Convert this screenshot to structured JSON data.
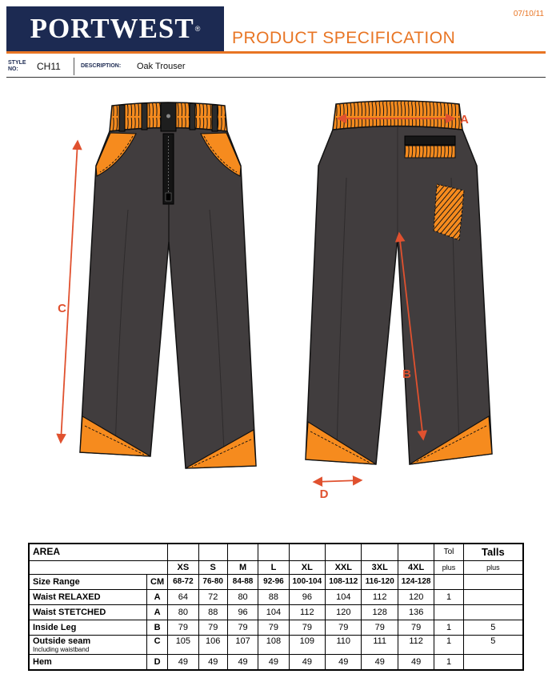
{
  "header": {
    "brand": "PORTWEST",
    "registered_mark": "®",
    "title": "PRODUCT SPECIFICATION",
    "date": "07/10/11"
  },
  "style_bar": {
    "style_label": "STYLE NO:",
    "style_no": "CH11",
    "description_label": "DESCRIPTION:",
    "description": "Oak Trouser"
  },
  "diagram": {
    "labels": {
      "a": "A",
      "b": "B",
      "c": "C",
      "d": "D"
    },
    "colors": {
      "garment_body": "#413d3e",
      "garment_accent": "#f68b1e",
      "dimension_lines": "#e0512f",
      "header_navy": "#1c2a52",
      "brand_orange": "#e87524"
    }
  },
  "spec_table": {
    "area_header": "AREA",
    "tol_header": "Tol",
    "tol_sub": "plus",
    "talls_header": "Talls",
    "talls_sub": "plus",
    "sizes": [
      "XS",
      "S",
      "M",
      "L",
      "XL",
      "XXL",
      "3XL",
      "4XL"
    ],
    "rows": [
      {
        "label": "Size Range",
        "code": "CM",
        "values": [
          "68-72",
          "76-80",
          "84-88",
          "92-96",
          "100-104",
          "108-112",
          "116-120",
          "124-128"
        ],
        "tol": "",
        "talls": ""
      },
      {
        "label": "Waist RELAXED",
        "code": "A",
        "values": [
          "64",
          "72",
          "80",
          "88",
          "96",
          "104",
          "112",
          "120"
        ],
        "tol": "1",
        "talls": ""
      },
      {
        "label": "Waist STETCHED",
        "code": "A",
        "values": [
          "80",
          "88",
          "96",
          "104",
          "112",
          "120",
          "128",
          "136"
        ],
        "tol": "",
        "talls": ""
      },
      {
        "label": "Inside Leg",
        "code": "B",
        "values": [
          "79",
          "79",
          "79",
          "79",
          "79",
          "79",
          "79",
          "79"
        ],
        "tol": "1",
        "talls": "5"
      },
      {
        "label": "Outside seam",
        "sublabel": "Including waistband",
        "code": "C",
        "values": [
          "105",
          "106",
          "107",
          "108",
          "109",
          "110",
          "111",
          "112"
        ],
        "tol": "1",
        "talls": "5"
      },
      {
        "label": "Hem",
        "code": "D",
        "values": [
          "49",
          "49",
          "49",
          "49",
          "49",
          "49",
          "49",
          "49"
        ],
        "tol": "1",
        "talls": ""
      }
    ]
  }
}
